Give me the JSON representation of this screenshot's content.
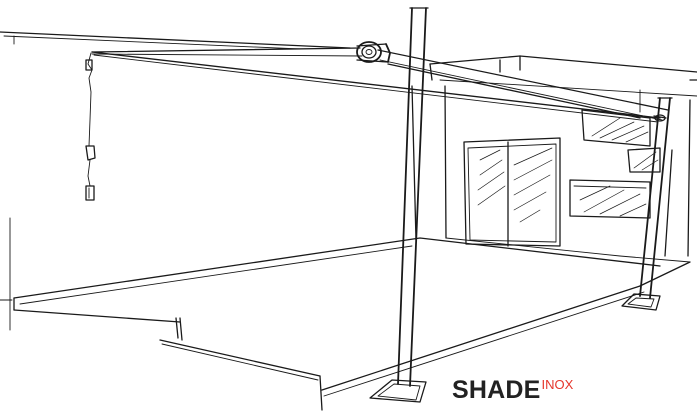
{
  "logo": {
    "main": "SHADE",
    "sup": "INOX",
    "main_color": "#222222",
    "sup_color": "#e5352b"
  },
  "illustration": {
    "style": "pen sketch",
    "ink_color": "#1a1a1a",
    "background": "#ffffff"
  }
}
